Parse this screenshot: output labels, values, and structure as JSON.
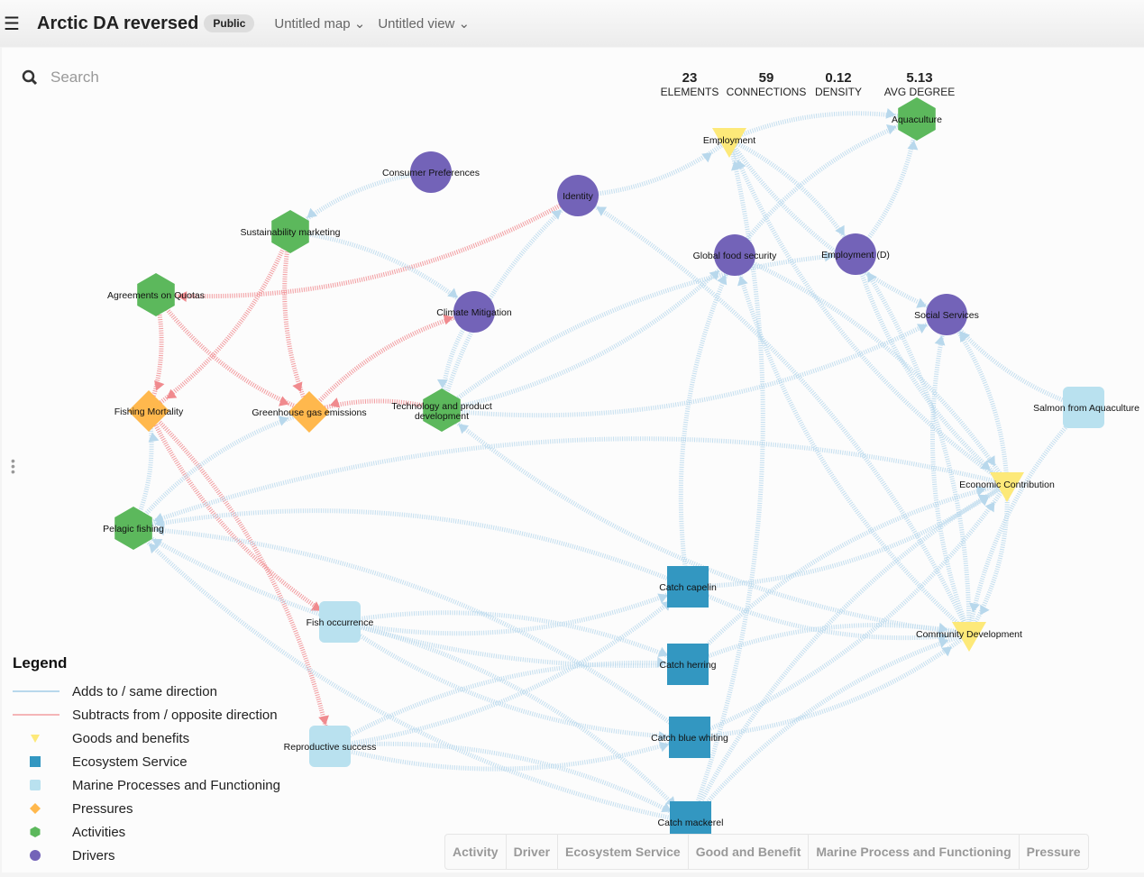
{
  "header": {
    "title": "Arctic DA reversed",
    "badge": "Public",
    "map": "Untitled map",
    "view": "Untitled view"
  },
  "search": {
    "placeholder": "Search"
  },
  "stats": [
    {
      "value": "23",
      "label": "ELEMENTS"
    },
    {
      "value": "59",
      "label": "CONNECTIONS"
    },
    {
      "value": "0.12",
      "label": "DENSITY"
    },
    {
      "value": "5.13",
      "label": "AVG DEGREE"
    }
  ],
  "legend": {
    "title": "Legend",
    "items": [
      "Adds to / same direction",
      "Subtracts from / opposite direction",
      "Goods and benefits",
      "Ecosystem Service",
      "Marine Processes and Functioning",
      "Pressures",
      "Activities",
      "Drivers"
    ]
  },
  "colors": {
    "driver": "#7363b8",
    "activity": "#5cb85c",
    "pressure": "#ffb84d",
    "good": "#fde979",
    "es": "#3397c1",
    "marine": "#b9e1ef",
    "pos": "#b8d8ec",
    "neg": "#f08a8e"
  },
  "nodes": [
    {
      "id": "cp",
      "label": "Consumer Preferences",
      "type": "driver"
    },
    {
      "id": "id",
      "label": "Identity",
      "type": "driver"
    },
    {
      "id": "emp",
      "label": "Employment",
      "type": "good"
    },
    {
      "id": "aq",
      "label": "Aquaculture",
      "type": "activity"
    },
    {
      "id": "sm",
      "label": "Sustainability marketing",
      "type": "activity"
    },
    {
      "id": "gfs",
      "label": "Global food security",
      "type": "driver"
    },
    {
      "id": "empd",
      "label": "Employment (D)",
      "type": "driver"
    },
    {
      "id": "aoq",
      "label": "Agreements on Quotas",
      "type": "activity"
    },
    {
      "id": "cm",
      "label": "Climate Mitigation",
      "type": "driver"
    },
    {
      "id": "ss",
      "label": "Social Services",
      "type": "driver"
    },
    {
      "id": "fm",
      "label": "Fishing Mortality",
      "type": "pressure"
    },
    {
      "id": "ghg",
      "label": "Greenhouse gas emissions",
      "type": "pressure"
    },
    {
      "id": "tpd",
      "label": "Technology and product development",
      "type": "activity"
    },
    {
      "id": "sfa",
      "label": "Salmon from Aquaculture",
      "type": "marine"
    },
    {
      "id": "ec",
      "label": "Economic Contribution",
      "type": "good"
    },
    {
      "id": "pf",
      "label": "Pelagic fishing",
      "type": "activity"
    },
    {
      "id": "ccap",
      "label": "Catch capelin",
      "type": "es"
    },
    {
      "id": "fo",
      "label": "Fish occurrence",
      "type": "marine"
    },
    {
      "id": "cd",
      "label": "Community Development",
      "type": "good"
    },
    {
      "id": "ch",
      "label": "Catch herring",
      "type": "es"
    },
    {
      "id": "cbw",
      "label": "Catch blue whiting",
      "type": "es"
    },
    {
      "id": "rs",
      "label": "Reproductive success",
      "type": "marine"
    },
    {
      "id": "cmk",
      "label": "Catch mackerel",
      "type": "es"
    }
  ],
  "edges": [
    [
      "aoq",
      "fm",
      "neg"
    ],
    [
      "aoq",
      "ghg",
      "neg"
    ],
    [
      "sm",
      "fm",
      "neg"
    ],
    [
      "sm",
      "ghg",
      "neg"
    ],
    [
      "id",
      "aoq",
      "neg"
    ],
    [
      "tpd",
      "ghg",
      "neg"
    ],
    [
      "ghg",
      "cm",
      "neg"
    ],
    [
      "fm",
      "fo",
      "neg"
    ],
    [
      "fm",
      "rs",
      "neg"
    ],
    [
      "pf",
      "fm",
      "pos"
    ],
    [
      "pf",
      "ghg",
      "pos"
    ],
    [
      "cp",
      "sm",
      "pos"
    ],
    [
      "sm",
      "cm",
      "pos"
    ],
    [
      "cm",
      "tpd",
      "pos"
    ],
    [
      "tpd",
      "id",
      "pos"
    ],
    [
      "tpd",
      "gfs",
      "pos"
    ],
    [
      "tpd",
      "empd",
      "pos"
    ],
    [
      "tpd",
      "ss",
      "pos"
    ],
    [
      "emp",
      "aq",
      "pos"
    ],
    [
      "id",
      "emp",
      "pos"
    ],
    [
      "emp",
      "empd",
      "pos"
    ],
    [
      "emp",
      "ss",
      "pos"
    ],
    [
      "gfs",
      "aq",
      "pos"
    ],
    [
      "empd",
      "aq",
      "pos"
    ],
    [
      "sfa",
      "ss",
      "pos"
    ],
    [
      "ccap",
      "pf",
      "pos"
    ],
    [
      "ch",
      "pf",
      "pos"
    ],
    [
      "cbw",
      "pf",
      "pos"
    ],
    [
      "cmk",
      "pf",
      "pos"
    ],
    [
      "ec",
      "pf",
      "pos"
    ],
    [
      "cd",
      "tpd",
      "pos"
    ],
    [
      "fo",
      "ccap",
      "pos"
    ],
    [
      "fo",
      "ch",
      "pos"
    ],
    [
      "fo",
      "cbw",
      "pos"
    ],
    [
      "fo",
      "cmk",
      "pos"
    ],
    [
      "rs",
      "ccap",
      "pos"
    ],
    [
      "rs",
      "ch",
      "pos"
    ],
    [
      "rs",
      "cbw",
      "pos"
    ],
    [
      "rs",
      "cmk",
      "pos"
    ],
    [
      "ccap",
      "cd",
      "pos"
    ],
    [
      "ch",
      "cd",
      "pos"
    ],
    [
      "cbw",
      "cd",
      "pos"
    ],
    [
      "cmk",
      "cd",
      "pos"
    ],
    [
      "ccap",
      "ec",
      "pos"
    ],
    [
      "ch",
      "ec",
      "pos"
    ],
    [
      "cbw",
      "ec",
      "pos"
    ],
    [
      "cmk",
      "ec",
      "pos"
    ],
    [
      "cmk",
      "emp",
      "pos"
    ],
    [
      "ccap",
      "gfs",
      "pos"
    ],
    [
      "cd",
      "id",
      "pos"
    ],
    [
      "cd",
      "gfs",
      "pos"
    ],
    [
      "cd",
      "empd",
      "pos"
    ],
    [
      "cd",
      "ss",
      "pos"
    ],
    [
      "ec",
      "ss",
      "pos"
    ],
    [
      "ec",
      "emp",
      "pos"
    ],
    [
      "sfa",
      "cd",
      "pos"
    ],
    [
      "ec",
      "cd",
      "pos"
    ],
    [
      "empd",
      "ec",
      "pos"
    ],
    [
      "gfs",
      "ec",
      "pos"
    ]
  ],
  "tabs": [
    "Activity",
    "Driver",
    "Ecosystem Service",
    "Good and Benefit",
    "Marine Process and Functioning",
    "Pressure"
  ]
}
